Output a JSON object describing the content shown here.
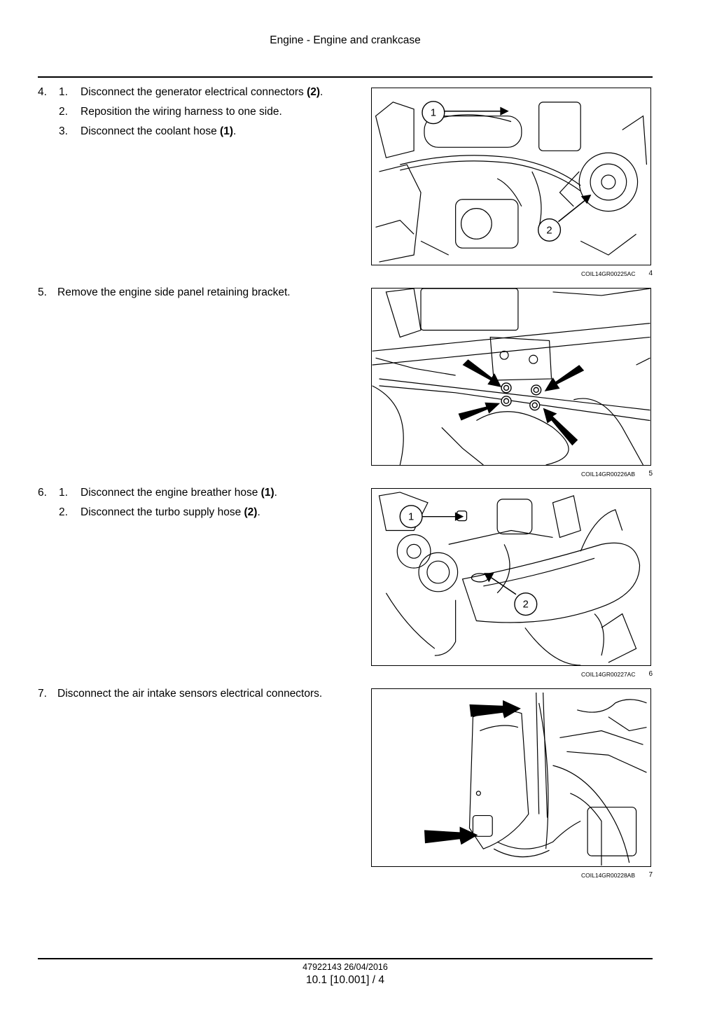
{
  "header": {
    "title": "Engine - Engine and crankcase"
  },
  "steps": [
    {
      "number": "4.",
      "substeps": [
        {
          "number": "1.",
          "text": "Disconnect the generator electrical connectors",
          "ref": "(2)",
          "end": "."
        },
        {
          "number": "2.",
          "text": "Reposition the wiring harness to one side.",
          "ref": "",
          "end": ""
        },
        {
          "number": "3.",
          "text": "Disconnect the coolant hose",
          "ref": "(1)",
          "end": "."
        }
      ]
    },
    {
      "number": "5.",
      "text": "Remove the engine side panel retaining bracket."
    },
    {
      "number": "6.",
      "substeps": [
        {
          "number": "1.",
          "text": "Disconnect the engine breather hose",
          "ref": "(1)",
          "end": "."
        },
        {
          "number": "2.",
          "text": "Disconnect the turbo supply hose",
          "ref": "(2)",
          "end": "."
        }
      ]
    },
    {
      "number": "7.",
      "text": "Disconnect the air intake sensors electrical connectors."
    }
  ],
  "figures": [
    {
      "code": "COIL14GR00225AC",
      "number": "4",
      "callouts": [
        "1",
        "2"
      ]
    },
    {
      "code": "COIL14GR00226AB",
      "number": "5"
    },
    {
      "code": "COIL14GR00227AC",
      "number": "6",
      "callouts": [
        "1",
        "2"
      ]
    },
    {
      "code": "COIL14GR00228AB",
      "number": "7"
    }
  ],
  "footer": {
    "doc_ref": "47922143 26/04/2016",
    "page_ref": "10.1 [10.001] / 4"
  }
}
